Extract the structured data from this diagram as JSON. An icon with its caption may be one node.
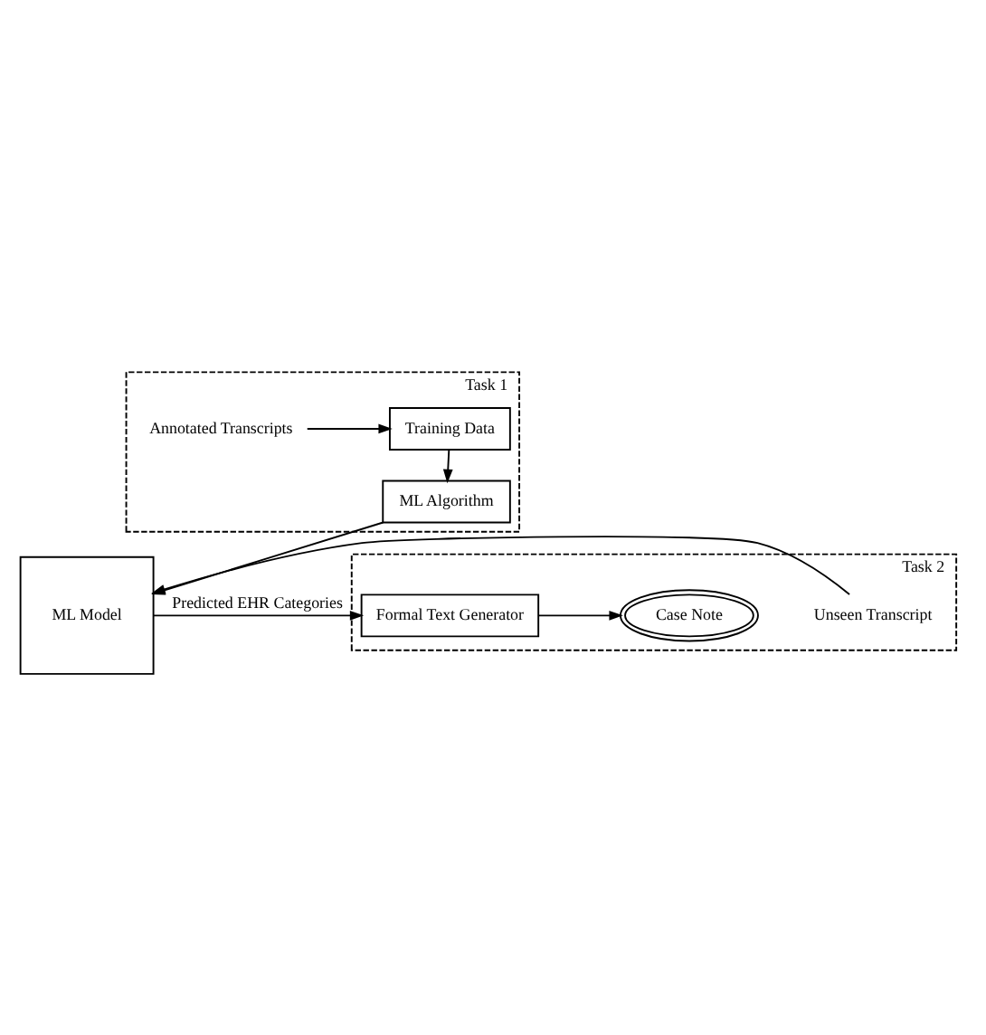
{
  "diagram": {
    "nodes": [
      {
        "text": [
          "Task 1"
        ]
      },
      {
        "text": [
          "Annotated Transcripts"
        ],
        "in": 0
      },
      {
        "text": [
          "Training Data"
        ],
        "in": 0
      },
      {
        "text": [
          "ML Algorithm"
        ],
        "in": 0
      },
      {
        "text": [
          "ML Model"
        ]
      },
      {
        "text": [
          "Task 2"
        ]
      },
      {
        "text": [
          "Unseen Transcript"
        ],
        "in": 5
      },
      {
        "text": [
          "Formal Text Generator"
        ],
        "in": 5
      },
      {
        "text": [
          "Case Note"
        ],
        "in": 5
      }
    ],
    "edges": [
      {
        "from": 1,
        "to": 2,
        "arrow": "to"
      },
      {
        "from": 2,
        "to": 3,
        "arrow": "to"
      },
      {
        "from": 3,
        "to": 4,
        "arrow": "to"
      },
      {
        "from": 6,
        "to": 4,
        "arrow": "to"
      },
      {
        "from": 4,
        "to": 7,
        "arrow": "to",
        "label": "Predicted EHR Categories"
      },
      {
        "from": 7,
        "to": 8,
        "arrow": "to"
      }
    ]
  }
}
